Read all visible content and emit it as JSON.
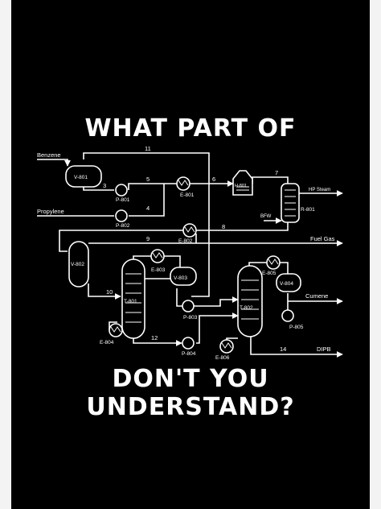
{
  "headline_top": "WHAT PART OF",
  "headline_bottom": "DON'T YOU UNDERSTAND?",
  "colors": {
    "background": "#000000",
    "foreground": "#ffffff",
    "frame": "#f3f3f3"
  },
  "feeds": {
    "benzene": "Benzene",
    "propylene": "Propylene",
    "bfw": "BFW"
  },
  "products": {
    "hp_steam": "HP Steam",
    "fuel_gas": "Fuel Gas",
    "cumene": "Cumene",
    "dipb": "DIPB"
  },
  "equipment": {
    "v801": "V-801",
    "p801": "P-801",
    "p802": "P-802",
    "e801": "E-801",
    "e802": "E-802",
    "h801": "H-801",
    "r801": "R-801",
    "v802": "V-802",
    "t801": "T-801",
    "e803": "E-803",
    "v803": "V-803",
    "p803": "P-803",
    "e804": "E-804",
    "p804": "P-804",
    "t802": "T-802",
    "e805": "E-805",
    "v804": "V-804",
    "p805": "P-805",
    "e806": "E-806"
  },
  "streams": {
    "s3": "3",
    "s4": "4",
    "s5": "5",
    "s6": "6",
    "s7": "7",
    "s8": "8",
    "s9": "9",
    "s10": "10",
    "s11": "11",
    "s12": "12",
    "s14": "14"
  }
}
